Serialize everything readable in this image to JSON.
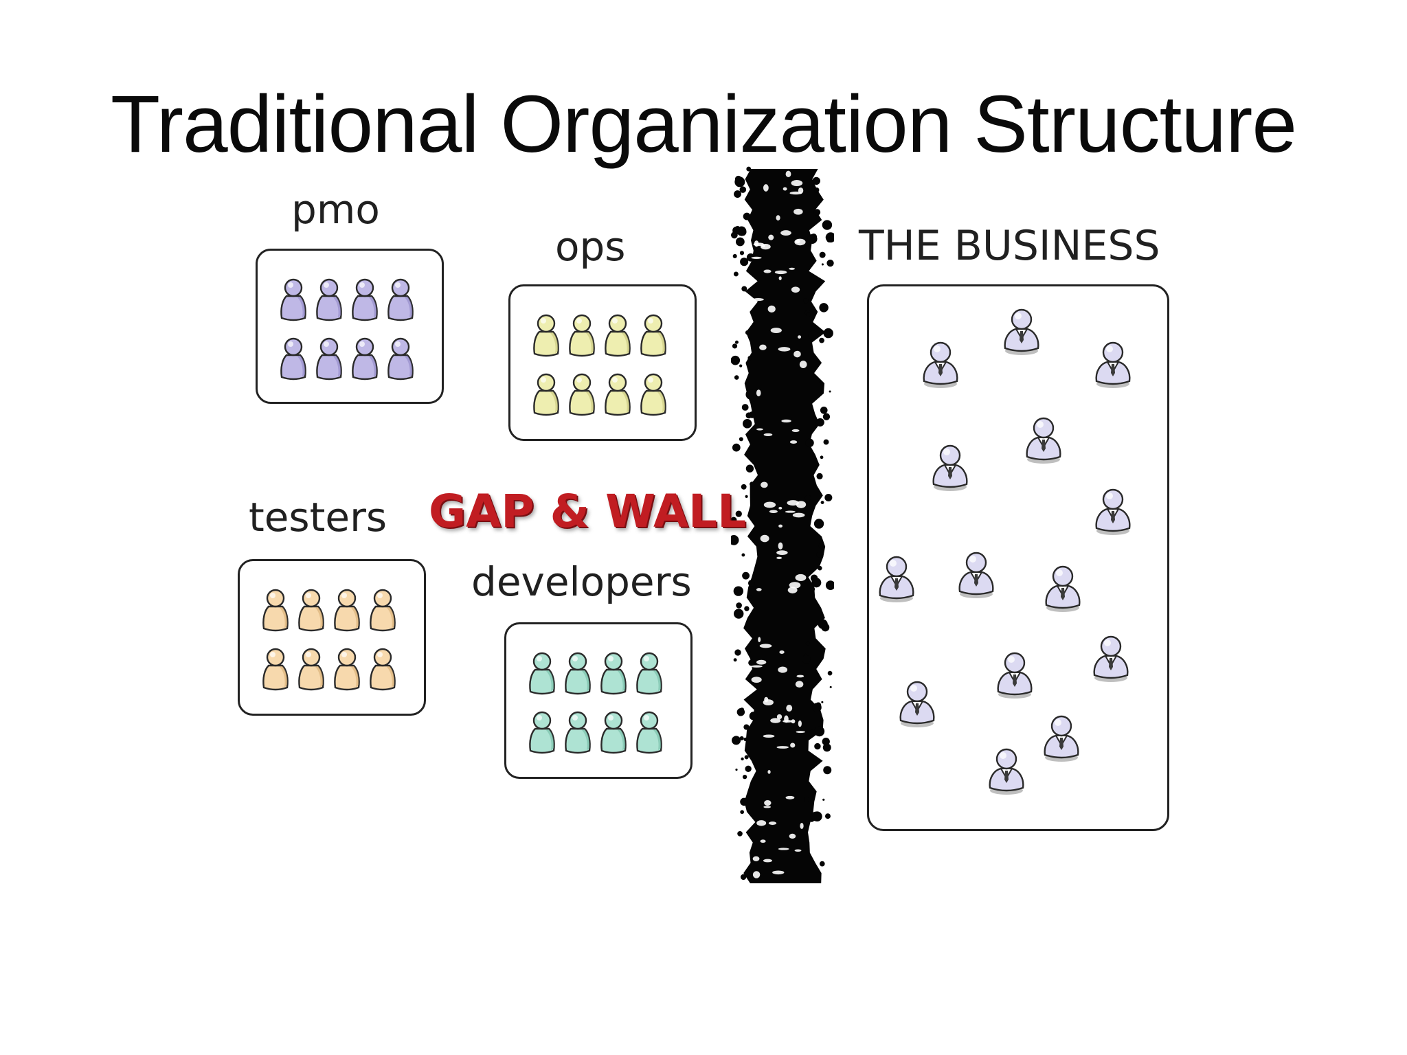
{
  "slide": {
    "title": "Traditional Organization Structure"
  },
  "teams": [
    {
      "id": "pmo",
      "label": "pmo",
      "color": "#bfb8e6",
      "shade": "#8d84c2",
      "member_count": 8
    },
    {
      "id": "ops",
      "label": "ops",
      "color": "#eeeeb0",
      "shade": "#c4c278",
      "member_count": 8
    },
    {
      "id": "testers",
      "label": "testers",
      "color": "#f7d9ad",
      "shade": "#d6aa6e",
      "member_count": 8
    },
    {
      "id": "developers",
      "label": "developers",
      "color": "#aee3d3",
      "shade": "#6fb9a2",
      "member_count": 8
    }
  ],
  "gap_wall": {
    "label": "GAP & WALL",
    "color": "#c11d22"
  },
  "business": {
    "label": "THE BUSINESS",
    "member_count": 14,
    "color": "#dcdaf2",
    "icon": "businessperson-icon"
  },
  "icons": {
    "team_member": "person-icon",
    "wall": "wall-icon"
  }
}
